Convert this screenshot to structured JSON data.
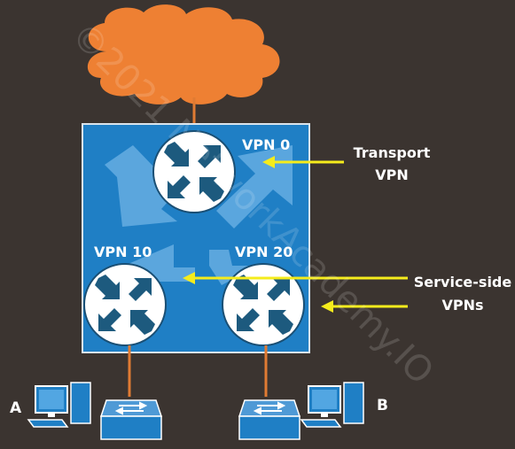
{
  "colors": {
    "background": "#3b3430",
    "cloud": "#ee8033",
    "wire": "#e07b33",
    "box_fill": "#1f7fc5",
    "box_border": "#d9e4ec",
    "router_fill": "#ffffff",
    "router_arrow": "#1d5a7e",
    "annotation": "#f5ec1c",
    "text_white": "#ffffff"
  },
  "diagram": {
    "vpn_labels": {
      "vpn0": "VPN 0",
      "vpn10": "VPN 10",
      "vpn20": "VPN 20"
    },
    "annotations": {
      "transport_line1": "Transport",
      "transport_line2": "VPN",
      "service_line1": "Service-side",
      "service_line2": "VPNs"
    },
    "hosts": {
      "left": "A",
      "right": "B"
    },
    "watermark": "©2021 NetworkAcademy.IO",
    "icons": {
      "cloud": "cloud-icon",
      "router": "router-icon",
      "switch": "switch-icon",
      "computer": "computer-icon"
    }
  }
}
